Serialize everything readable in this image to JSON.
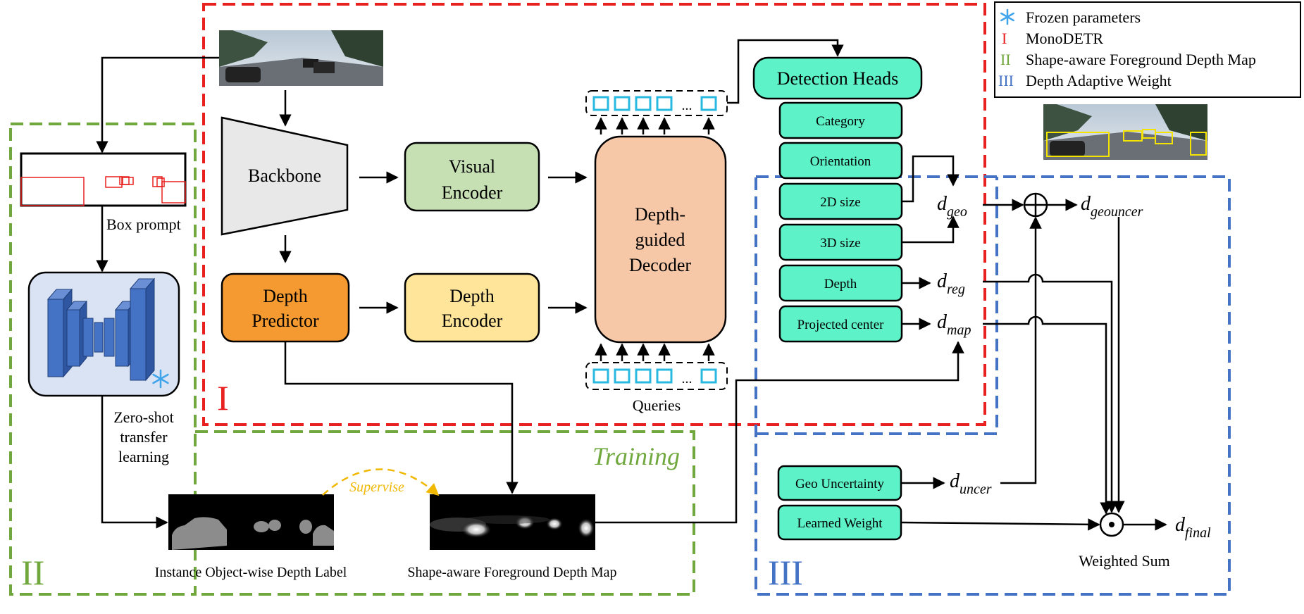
{
  "legend": {
    "frozen": "Frozen parameters",
    "monodetr_numeral": "I",
    "monodetr": "MonoDETR",
    "shape_numeral": "II",
    "shape": "Shape-aware Foreground Depth Map",
    "depth_weight_numeral": "III",
    "depth_weight": "Depth Adaptive Weight"
  },
  "regions": {
    "region_1": "I",
    "region_2": "II",
    "region_3": "III",
    "training": "Training"
  },
  "blocks": {
    "backbone": "Backbone",
    "visual_encoder_1": "Visual",
    "visual_encoder_2": "Encoder",
    "depth_predictor_1": "Depth",
    "depth_predictor_2": "Predictor",
    "depth_encoder_1": "Depth",
    "depth_encoder_2": "Encoder",
    "decoder_1": "Depth-",
    "decoder_2": "guided",
    "decoder_3": "Decoder",
    "detection_heads": "Detection Heads",
    "queries": "Queries",
    "ellipsis": "..."
  },
  "heads": [
    "Category",
    "Orientation",
    "2D size",
    "3D size",
    "Depth",
    "Projected center"
  ],
  "depths": {
    "d": "d",
    "geo": "geo",
    "reg": "reg",
    "map": "map",
    "geouncer": "geouncer",
    "uncer": "uncer",
    "final": "final"
  },
  "weights": {
    "geo_uncertainty": "Geo Uncertainty",
    "learned_weight": "Learned Weight",
    "weighted_sum": "Weighted Sum"
  },
  "shape_branch": {
    "box_prompt": "Box prompt",
    "zero_shot_1": "Zero-shot",
    "zero_shot_2": "transfer",
    "zero_shot_3": "learning",
    "instance_label": "Instance Object-wise Depth Label",
    "fg_map_label": "Shape-aware Foreground Depth Map",
    "supervise": "Supervise"
  },
  "colors": {
    "red": "#e8201f",
    "green": "#70a83e",
    "blue": "#4472c4",
    "head_fill": "#5ef2c8",
    "visual_fill": "#c6e0b4",
    "depth_pred_fill": "#f59a30",
    "depth_enc_fill": "#ffe599",
    "decoder_fill": "#f6c8a8",
    "backbone_fill": "#e8e8e8",
    "snow": "#3fa4ea",
    "supervise": "#f0b800",
    "query_cell": "#28b8e0"
  }
}
